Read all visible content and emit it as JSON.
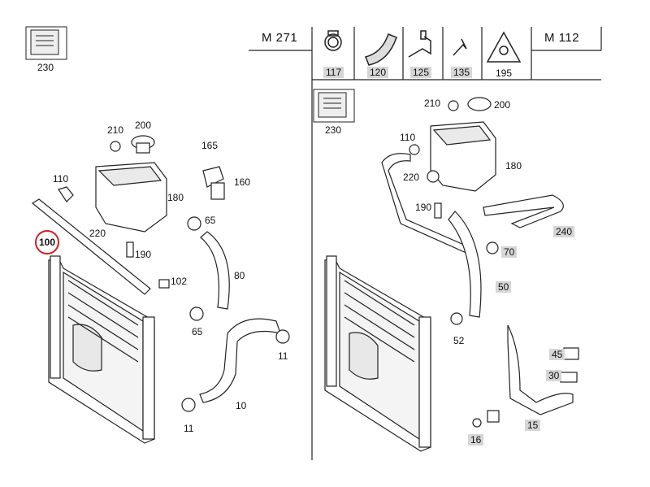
{
  "engines": {
    "left": "M 271",
    "right": "M 112"
  },
  "left": {
    "note_box_label": "230",
    "parts": {
      "p210": "210",
      "p200": "200",
      "p165": "165",
      "p110": "110",
      "p160": "160",
      "p180": "180",
      "p220": "220",
      "p65a": "65",
      "p100": "100",
      "p190": "190",
      "p80": "80",
      "p102": "102",
      "p65b": "65",
      "p11a": "11",
      "p10": "10",
      "p11b": "11"
    }
  },
  "right": {
    "icon_labels": [
      "117",
      "120",
      "125",
      "135",
      "195"
    ],
    "note_box_label": "230",
    "parts": {
      "p210": "210",
      "p200": "200",
      "p110": "110",
      "p180": "180",
      "p220": "220",
      "p190": "190",
      "p240": "240",
      "p70": "70",
      "p50": "50",
      "p52": "52",
      "p45": "45",
      "p30": "30",
      "p15": "15",
      "p16": "16"
    }
  }
}
